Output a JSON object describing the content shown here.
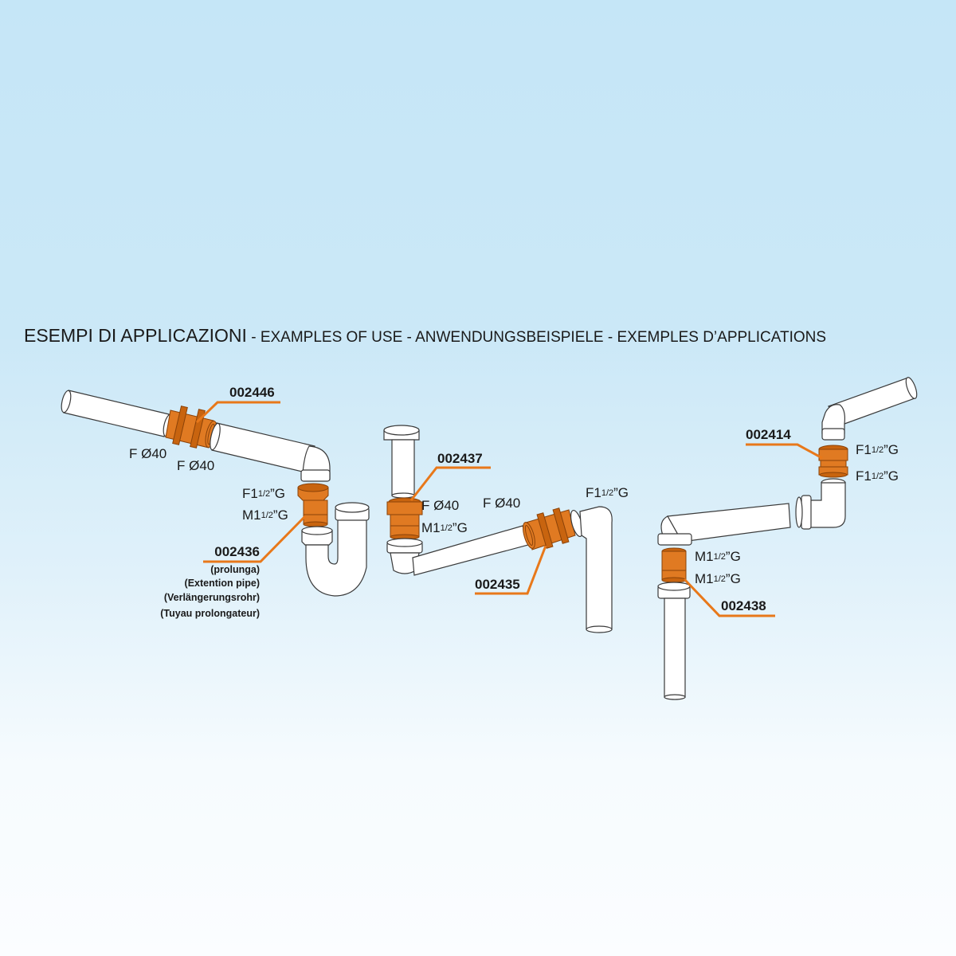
{
  "title": {
    "main": "ESEMPI DI APPLICAZIONI",
    "separator": " - ",
    "subtitles": [
      "EXAMPLES OF USE",
      "ANWENDUNGSBEISPIELE",
      "EXEMPLES D’APPLICATIONS"
    ]
  },
  "colors": {
    "part_highlight": "#e07a22",
    "leader_line": "#e8781a",
    "background_top": "#c5e6f7",
    "background_bottom": "#fbfdff"
  },
  "parts": [
    {
      "code": "002446",
      "specs": [
        "F Ø40",
        "F Ø40"
      ]
    },
    {
      "code": "002436",
      "specs": [
        "F1",
        "M1"
      ],
      "thread": [
        "1/2",
        "”G"
      ],
      "notes": [
        "(prolunga)",
        "(Extention pipe)",
        "(Verlängerungsrohr)",
        "(Tuyau prolongateur)"
      ]
    },
    {
      "code": "002437",
      "specs": [
        "F Ø40",
        "M1"
      ]
    },
    {
      "code": "002435",
      "specs": [
        "F Ø40",
        "F1"
      ]
    },
    {
      "code": "002414",
      "specs": [
        "F1",
        "F1"
      ]
    },
    {
      "code": "002438",
      "specs": [
        "M1",
        "M1"
      ]
    }
  ],
  "thread": {
    "fraction": "1/2",
    "suffix": "”G"
  }
}
